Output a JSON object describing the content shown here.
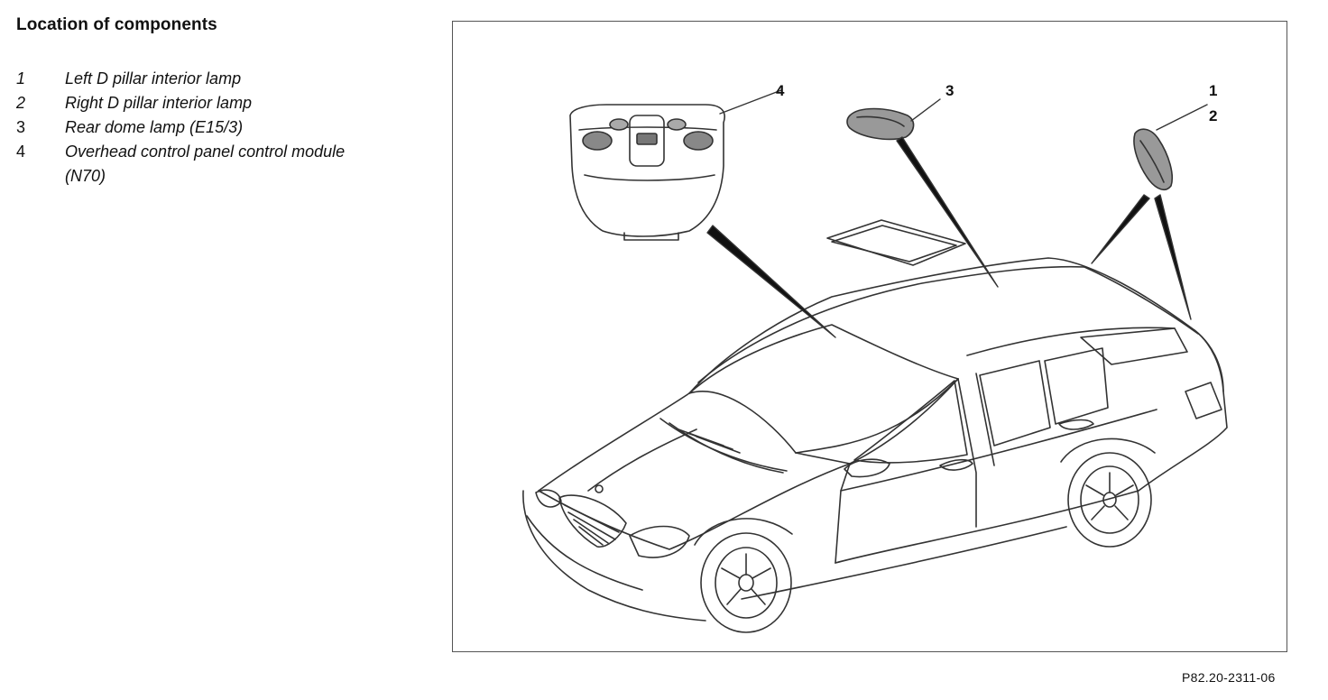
{
  "heading": "Location of components",
  "legend": [
    {
      "num": "1",
      "text": "Left D pillar interior lamp"
    },
    {
      "num": "2",
      "text": "Right D pillar interior lamp"
    },
    {
      "num": "3",
      "text": "Rear dome lamp (E15/3)"
    },
    {
      "num": "4",
      "text": "Overhead control panel control module (N70)"
    }
  ],
  "callouts": {
    "c1": "1",
    "c2": "2",
    "c3": "3",
    "c4": "4"
  },
  "figure_id": "P82.20-2311-06",
  "illustration": {
    "subject": "station-wagon-line-drawing",
    "line_color": "#333333"
  }
}
